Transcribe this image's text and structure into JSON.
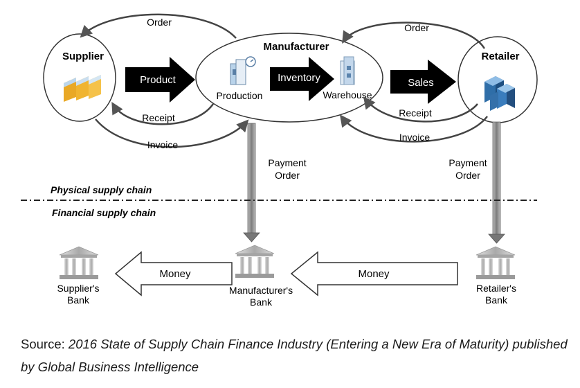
{
  "nodes": {
    "supplier": "Supplier",
    "manufacturer": "Manufacturer",
    "retailer": "Retailer",
    "production": "Production",
    "warehouse": "Warehouse",
    "suppliers_bank": [
      "Supplier's",
      "Bank"
    ],
    "manufacturers_bank": [
      "Manufacturer's",
      "Bank"
    ],
    "retailers_bank": [
      "Retailer's",
      "Bank"
    ]
  },
  "flows": {
    "product": "Product",
    "inventory": "Inventory",
    "sales": "Sales",
    "order_left": "Order",
    "order_right": "Order",
    "receipt_left": "Receipt",
    "receipt_right": "Receipt",
    "invoice_left": "Invoice",
    "invoice_right": "Invoice",
    "payment_order_left": [
      "Payment",
      "Order"
    ],
    "payment_order_right": [
      "Payment",
      "Order"
    ],
    "money_left": "Money",
    "money_right": "Money"
  },
  "divider": {
    "physical": "Physical supply chain",
    "financial": "Financial supply chain"
  },
  "source": {
    "prefix": "Source: ",
    "text": "2016 State of Supply Chain Finance Industry (Entering a New Era of Maturity) published by Global Business Intelligence"
  },
  "colors": {
    "arrow_fill": "#000000",
    "outline": "#333333",
    "curve": "#444444",
    "bank": "#8a8a8a",
    "folder": "#f2b632"
  },
  "icons": {
    "supplier": "folders-icon",
    "production": "factory-icon",
    "warehouse": "warehouse-building-icon",
    "retailer": "server-stack-icon",
    "bank": "bank-icon"
  }
}
